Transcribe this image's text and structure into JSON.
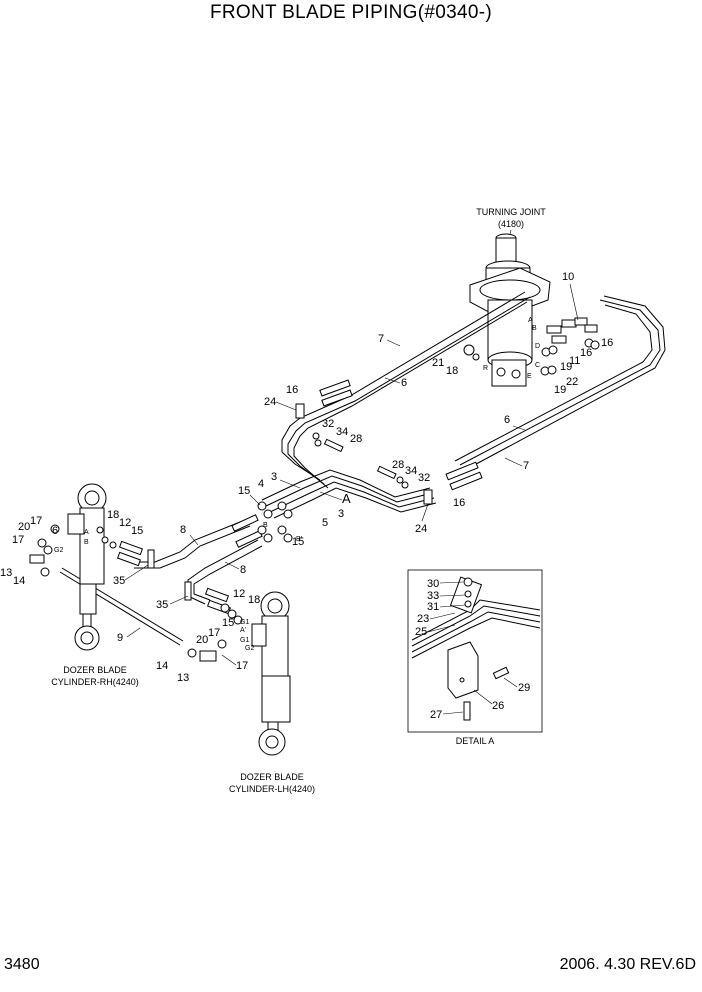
{
  "title": "FRONT BLADE PIPING(#0340-)",
  "page_number": "3480",
  "date_rev": "2006. 4.30  REV.6D",
  "captions": {
    "turning_joint_1": "TURNING JOINT",
    "turning_joint_2": "(4180)",
    "cyl_rh_1": "DOZER BLADE",
    "cyl_rh_2": "CYLINDER-RH(4240)",
    "cyl_lh_1": "DOZER BLADE",
    "cyl_lh_2": "CYLINDER-LH(4240)",
    "detail": "DETAIL A",
    "detail_ref": "A"
  },
  "port_letters": [
    "R",
    "D",
    "C",
    "E",
    "B",
    "A",
    "B",
    "B'",
    "A'",
    "G1",
    "G2",
    "G2",
    "A",
    "B"
  ],
  "callouts": [
    "10",
    "16",
    "16",
    "11",
    "19",
    "22",
    "19",
    "21",
    "18",
    "7",
    "6",
    "6",
    "7",
    "16",
    "24",
    "32",
    "34",
    "28",
    "28",
    "34",
    "32",
    "16",
    "24",
    "3",
    "4",
    "15",
    "3",
    "5",
    "15",
    "8",
    "8",
    "35",
    "35",
    "18",
    "12",
    "15",
    "6",
    "20",
    "17",
    "17",
    "13",
    "14",
    "9",
    "12",
    "18",
    "15",
    "17",
    "20",
    "G1",
    "14",
    "13",
    "17",
    "30",
    "33",
    "31",
    "23",
    "25",
    "29",
    "26",
    "27"
  ]
}
